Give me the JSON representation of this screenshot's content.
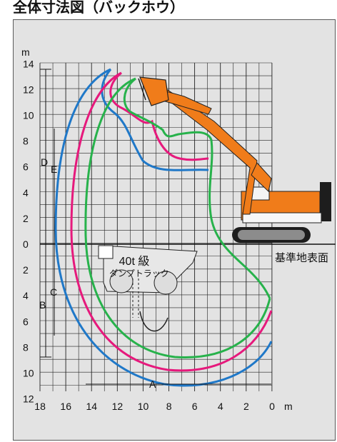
{
  "header": {
    "title": "全体寸法図（バックホウ）"
  },
  "axes": {
    "y_unit": "m",
    "x_unit": "m",
    "y_ticks_up": [
      "14",
      "12",
      "10",
      "8",
      "6",
      "4",
      "2",
      "0"
    ],
    "y_ticks_down": [
      "2",
      "4",
      "6",
      "8",
      "10",
      "12"
    ],
    "x_ticks": [
      "18",
      "16",
      "14",
      "12",
      "10",
      "8",
      "6",
      "4",
      "2",
      "0"
    ]
  },
  "labels": {
    "ground": "基準地表面",
    "truck_line1": "40t 級",
    "truck_line2": "ダンプトラック",
    "dim_A": "A",
    "dim_B": "B",
    "dim_C": "C",
    "dim_D": "D",
    "dim_E": "E"
  },
  "colors": {
    "reach_outer": "#1f78c8",
    "reach_middle": "#e6197c",
    "reach_inner": "#27b24b",
    "machine": "#f07c1a",
    "grid": "#222222",
    "panel": "#e3e3e3"
  }
}
